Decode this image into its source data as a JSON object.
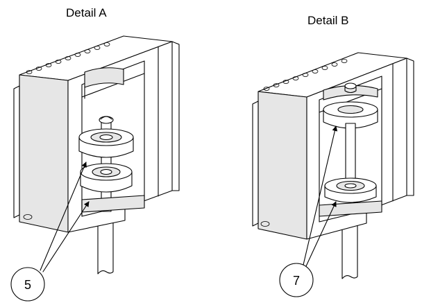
{
  "details": [
    {
      "caption": "Detail A",
      "callout": "5"
    },
    {
      "caption": "Detail B",
      "callout": "7"
    }
  ]
}
